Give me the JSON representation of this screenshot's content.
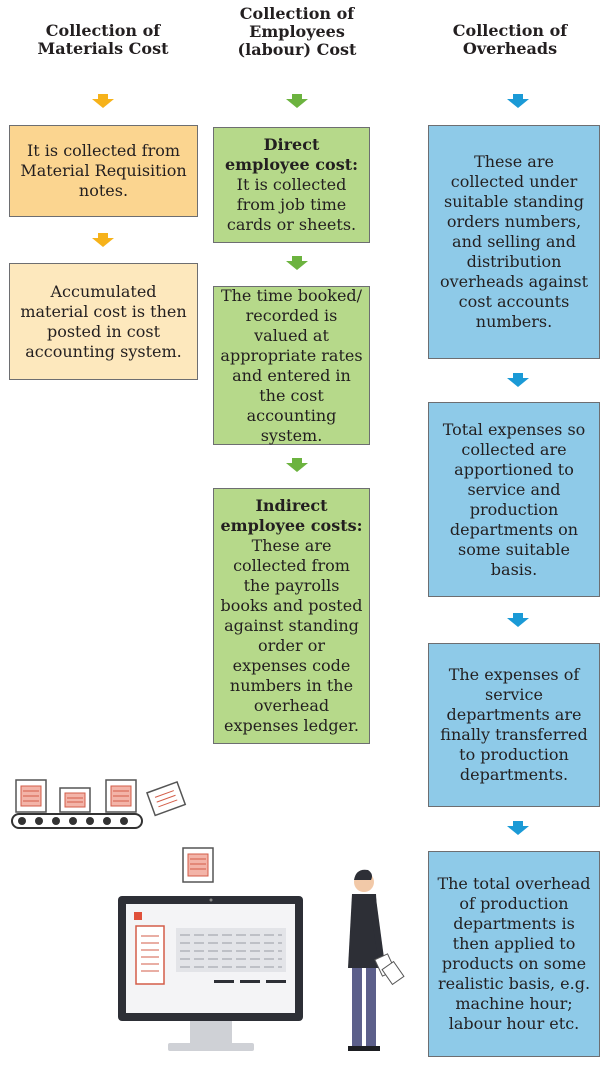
{
  "headers": {
    "materials": "Collection of Materials Cost",
    "employees": "Collection of Employees (labour) Cost",
    "overheads": "Collection of Overheads"
  },
  "materials": {
    "box1": "It is collected from Material Requisition notes.",
    "box2": "Accumulated material cost is then posted in cost accounting system."
  },
  "employees": {
    "box1_bold": "Direct employee cost:",
    "box1_text": " It is collected from job time cards or sheets.",
    "box2": "The time booked/ recorded is valued at appropriate rates and entered in the cost accounting system.",
    "box3_bold": "Indirect employee costs:",
    "box3_text": " These are collected from the payrolls books and posted against standing order or expenses code numbers in the overhead expenses ledger."
  },
  "overheads": {
    "box1": "These are collected under suitable standing orders numbers, and selling and distribution overheads against cost accounts numbers.",
    "box2": "Total expenses so collected are apportioned to service and production departments on some suitable basis.",
    "box3": "The expenses of service departments are finally transferred to production departments.",
    "box4": "The total overhead of production departments is then applied to products on some realistic basis, e.g. machine hour; labour hour etc."
  },
  "colors": {
    "orange_arrow": "#f6b21a",
    "green_arrow": "#6cb33f",
    "blue_arrow": "#1b9ad6",
    "orange_box": "#fbd590",
    "light_orange_box": "#fde8bd",
    "green_box": "#b6d98a",
    "blue_box": "#8ecae8"
  },
  "illustration": {
    "name": "accounting-computer-illustration"
  }
}
